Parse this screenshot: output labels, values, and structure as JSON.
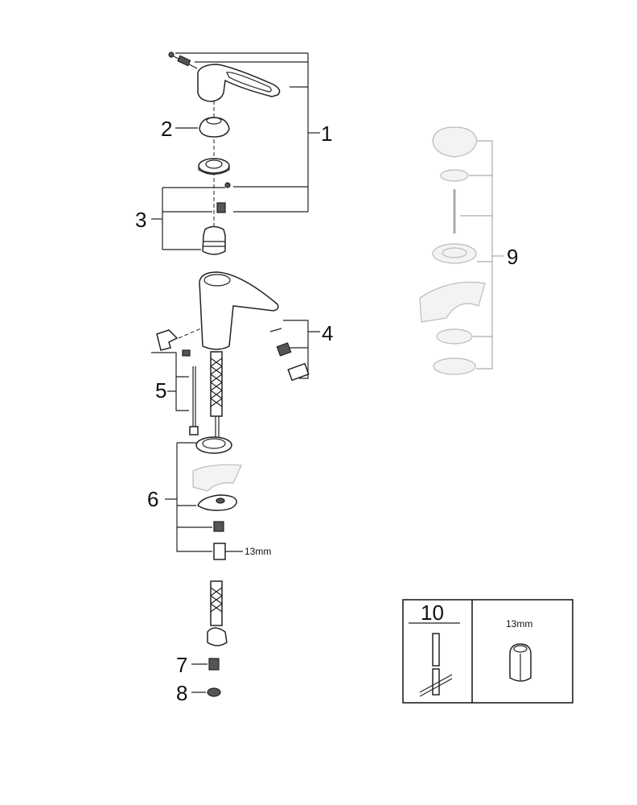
{
  "diagram": {
    "labels": {
      "p1": "1",
      "p2": "2",
      "p3": "3",
      "p4": "4",
      "p5": "5",
      "p6": "6",
      "p7": "7",
      "p8": "8",
      "p9": "9",
      "p10": "10"
    },
    "wrench_size_label": "13mm",
    "tool_box_size_label": "13mm"
  }
}
